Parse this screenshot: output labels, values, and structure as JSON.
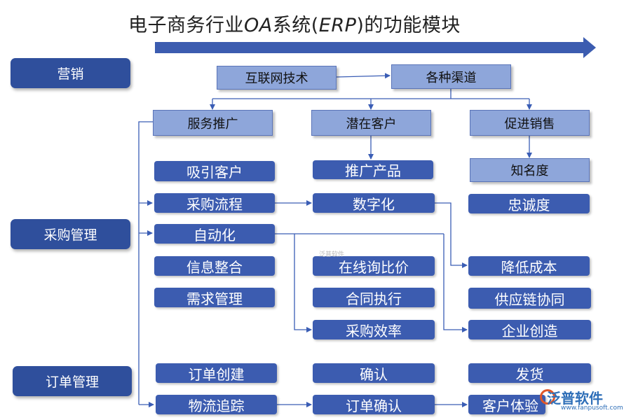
{
  "title": {
    "prefix": "电子商务行业",
    "italic": "OA",
    "middle": "系统(",
    "italic2": "ERP",
    "suffix": ")的功能模块"
  },
  "categories": {
    "marketing": "营销",
    "purchasing": "采购管理",
    "order": "订单管理"
  },
  "top": {
    "internet_tech": "互联网技术",
    "channels": "各种渠道"
  },
  "branches": {
    "service_promo": "服务推广",
    "potential_customers": "潜在客户",
    "promote_sales": "促进销售"
  },
  "col1": {
    "attract": "吸引客户",
    "procurement_flow": "采购流程",
    "automation": "自动化",
    "info_integration": "信息整合",
    "demand_mgmt": "需求管理"
  },
  "col2": {
    "promote_product": "推广产品",
    "digitization": "数字化",
    "online_inquiry": "在线询比价",
    "contract_exec": "合同执行",
    "purchase_efficiency": "采购效率"
  },
  "col3": {
    "awareness": "知名度",
    "loyalty": "忠诚度",
    "reduce_cost": "降低成本",
    "supply_chain": "供应链协同",
    "enterprise_create": "企业创造"
  },
  "orders": {
    "create": "订单创建",
    "confirm": "确认",
    "ship": "发货",
    "tracking": "物流追踪",
    "order_confirm": "订单确认",
    "customer_exp": "客户体验"
  },
  "watermark": {
    "brand": "泛普软件",
    "url": "www.fanpusoft.com",
    "small": "泛普软件"
  },
  "colors": {
    "dark_box": "#3c5cb0",
    "category_box": "#2f4f9c",
    "light_box": "#8ea6da",
    "line": "#3a5db5"
  }
}
